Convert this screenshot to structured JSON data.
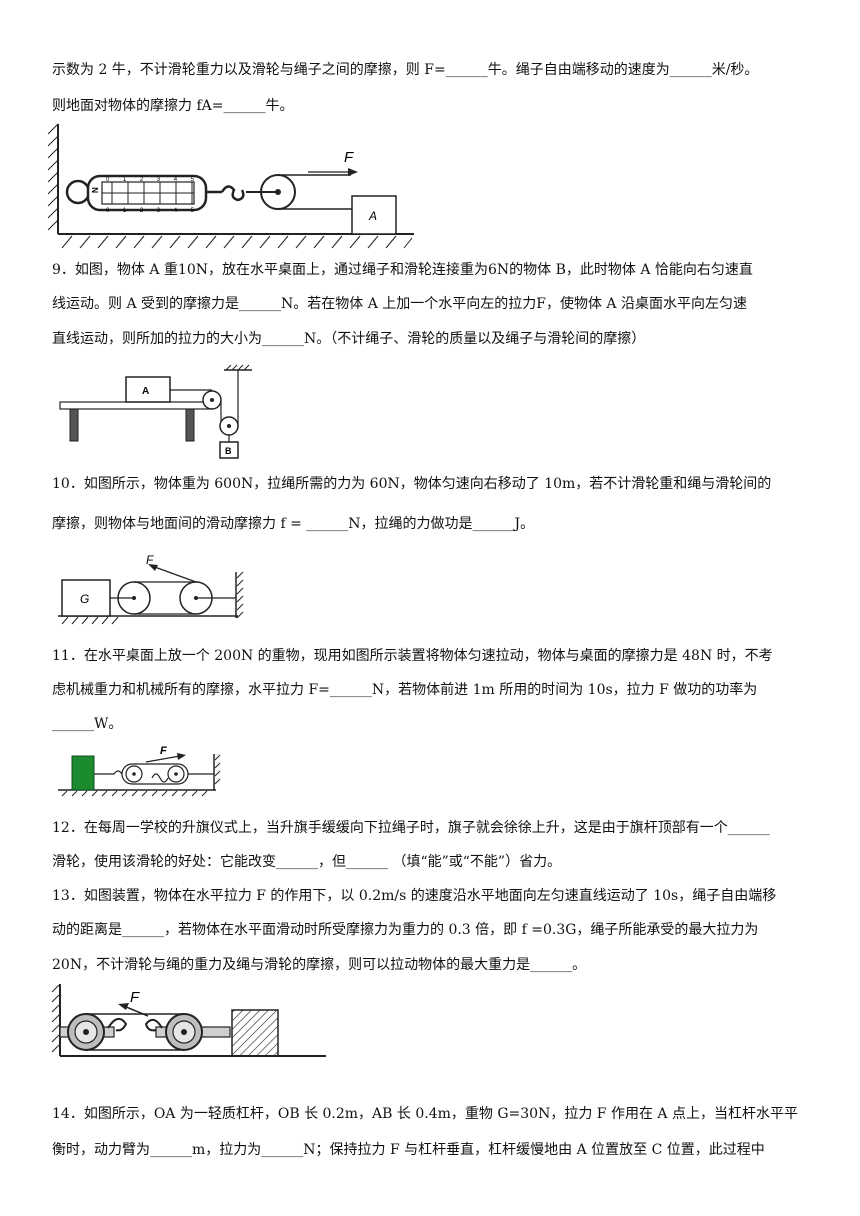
{
  "lines": {
    "p8_1": "示数为 2 牛，不计滑轮重力以及滑轮与绳子之间的摩擦，则 F=______牛。绳子自由端移动的速度为______米/秒。",
    "p8_2": "则地面对物体的摩擦力 fA=______牛。",
    "p9_1": "9．如图，物体 A 重10N，放在水平桌面上，通过绳子和滑轮连接重为6N的物体 B，此时物体 A 恰能向右匀速直",
    "p9_2": "线运动。则 A 受到的摩擦力是______N。若在物体 A 上加一个水平向左的拉力F，使物体 A 沿桌面水平向左匀速",
    "p9_3": "直线运动，则所加的拉力的大小为______N。（不计绳子、滑轮的质量以及绳子与滑轮间的摩擦）",
    "p10_1": "10．如图所示，物体重为 600N，拉绳所需的力为 60N，物体匀速向右移动了 10m，若不计滑轮重和绳与滑轮间的",
    "p10_2": "摩擦，则物体与地面间的滑动摩擦力 f = ______N，拉绳的力做功是______J。",
    "p11_1": "11．在水平桌面上放一个 200N 的重物，现用如图所示装置将物体匀速拉动，物体与桌面的摩擦力是 48N 时，不考",
    "p11_2": "虑机械重力和机械所有的摩擦，水平拉力 F=______N，若物体前进 1m 所用的时间为 10s，拉力 F 做功的功率为",
    "p11_3": "______W。",
    "p12_1": "12．在每周一学校的升旗仪式上，当升旗手缓缓向下拉绳子时，旗子就会徐徐上升，这是由于旗杆顶部有一个______",
    "p12_2": "滑轮，使用该滑轮的好处：它能改变______，但______ （填“能”或“不能”）省力。",
    "p13_1": "13．如图装置，物体在水平拉力 F 的作用下，以 0.2m/s 的速度沿水平地面向左匀速直线运动了 10s，绳子自由端移",
    "p13_2": "动的距离是______，若物体在水平面滑动时所受摩擦力为重力的 0.3 倍，即 f =0.3G，绳子所能承受的最大拉力为",
    "p13_3": "20N，不计滑轮与绳的重力及绳与滑轮的摩擦，则可以拉动物体的最大重力是______。",
    "p14_1": "14．如图所示，OA 为一轻质杠杆，OB 长 0.2m，AB 长 0.4m，重物 G=30N，拉力 F 作用在 A 点上，当杠杆水平平",
    "p14_2": "衡时，动力臂为______m，拉力为______N；保持拉力 F 与杠杆垂直，杠杆缓慢地由 A 位置放至 C 位置，此过程中"
  },
  "figures": {
    "fig8": {
      "force": "F",
      "block": "A",
      "scale_n": "N",
      "scale_left": "0 1 2 3 4 5",
      "scale_right": "0 1 2 3 4 5"
    },
    "fig9": {
      "block_a": "A",
      "block_b": "B"
    },
    "fig10": {
      "force": "F",
      "block": "G"
    },
    "fig11": {
      "force": "F"
    },
    "fig13": {
      "force": "F"
    }
  }
}
